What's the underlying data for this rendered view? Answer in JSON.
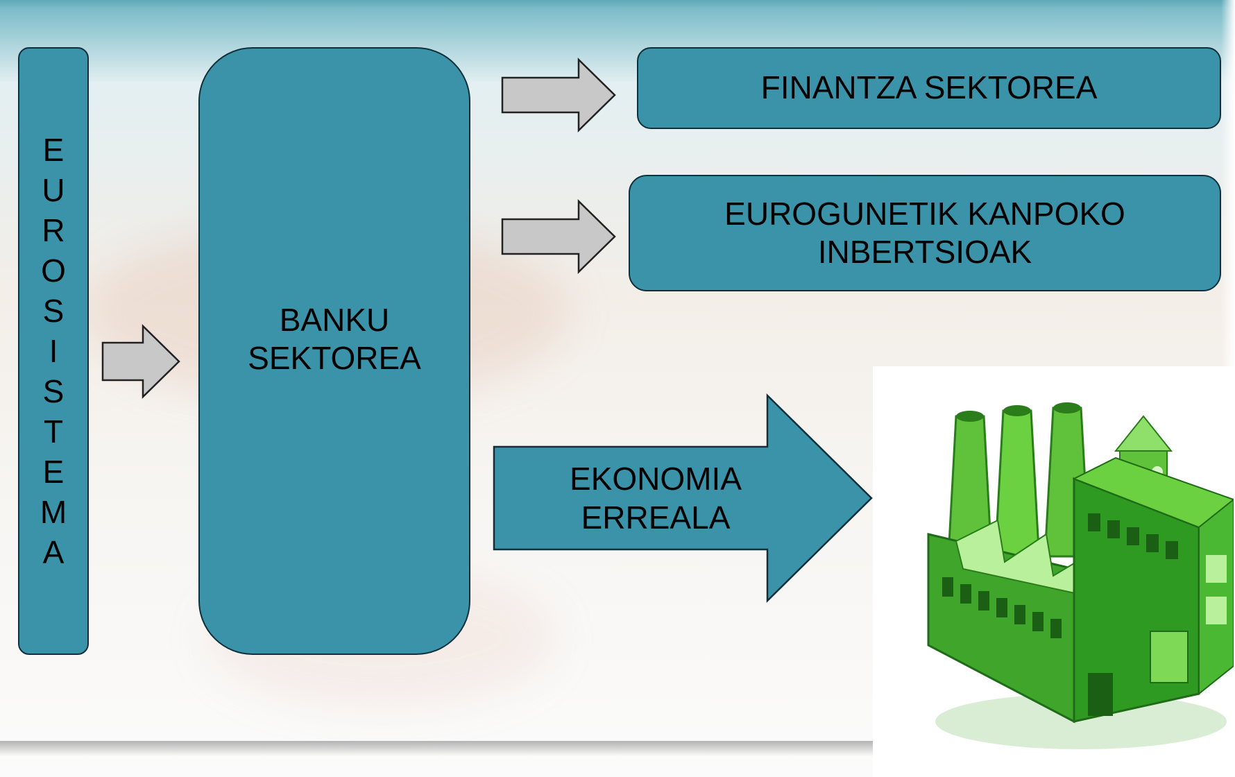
{
  "diagram": {
    "eurosistema_letters": [
      "E",
      "U",
      "R",
      "O",
      "S",
      "I",
      "S",
      "T",
      "E",
      "M",
      "A"
    ],
    "banku_sektorea": [
      "BANKU",
      "SEKTOREA"
    ],
    "finantza_sektorea": "FINANTZA SEKTOREA",
    "eurogunetik": [
      "EUROGUNETIK KANPOKO",
      "INBERTSIOAK"
    ],
    "ekonomia_erreala": [
      "EKONOMIA",
      "ERREALA"
    ],
    "image_subject": "factory-icon"
  },
  "colors": {
    "box_fill": "#3b93aa",
    "box_border": "#0f2f3a",
    "arrow_gray": "#c8c8c8",
    "factory_green": "#5cc43a",
    "factory_dark": "#1f7a1f"
  }
}
